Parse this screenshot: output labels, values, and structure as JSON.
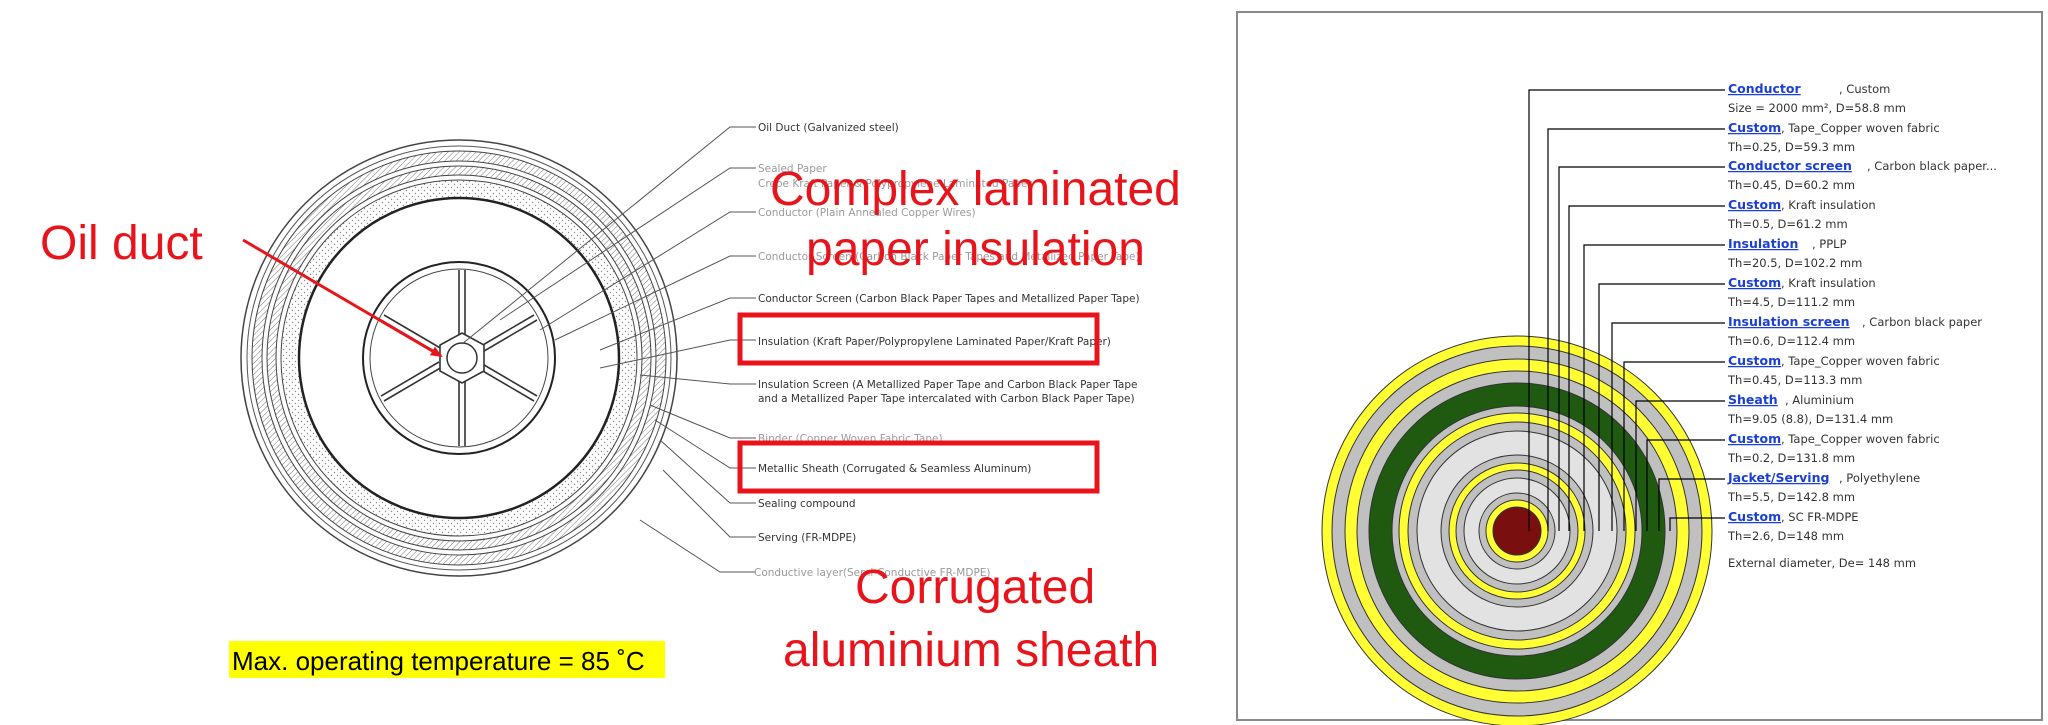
{
  "left_figure": {
    "labels": [
      "Oil Duct (Galvanized steel)",
      "Sealed Paper",
      "Crepe Kraft Paper & Polypropylene Laminated Paper",
      "Conductor (Plain Annealed Copper Wires)",
      "Conductor Screen (Carbon Black Paper Tapes and Metallized Paper Tape)",
      "Conductor Screen (Carbon Black Paper Tapes and Metallized Paper Tape)",
      "Insulation (Kraft Paper/Polypropylene Laminated Paper/Kraft Paper)",
      "Insulation Screen (A Metallized Paper Tape and Carbon Black Paper Tape",
      "and a Metallized Paper Tape intercalated with Carbon Black Paper Tape)",
      "Binder (Copper Woven Fabric Tape)",
      "Metallic Sheath (Corrugated & Seamless Aluminum)",
      "Sealing compound",
      "Serving (FR-MDPE)",
      "Conductive layer(Semi-Conductive FR-MDPE)"
    ],
    "annotations": {
      "oil_duct": "Oil duct",
      "insulation_line1": "Complex laminated",
      "insulation_line2": "paper insulation",
      "sheath_line1": "Corrugated",
      "sheath_line2": "aluminium sheath",
      "temperature": "Max. operating temperature = 85 ˚C"
    },
    "colors": {
      "highlight_red": "#e8141c",
      "temperature_highlight": "#ffff00"
    }
  },
  "right_panel": {
    "layers": [
      {
        "name": "Conductor",
        "desc": ", Custom",
        "detail": "Size = 2000 mm², D=58.8 mm"
      },
      {
        "name": "Custom",
        "desc": ", Tape_Copper woven fabric",
        "detail": "Th=0.25, D=59.3 mm"
      },
      {
        "name": "Conductor screen",
        "desc": ", Carbon black paper...",
        "detail": "Th=0.45, D=60.2 mm"
      },
      {
        "name": "Custom",
        "desc": ", Kraft insulation",
        "detail": "Th=0.5, D=61.2 mm"
      },
      {
        "name": "Insulation",
        "desc": ", PPLP",
        "detail": "Th=20.5, D=102.2 mm"
      },
      {
        "name": "Custom",
        "desc": ", Kraft insulation",
        "detail": "Th=4.5, D=111.2 mm"
      },
      {
        "name": "Insulation screen",
        "desc": ", Carbon black paper",
        "detail": "Th=0.6, D=112.4 mm"
      },
      {
        "name": "Custom",
        "desc": ", Tape_Copper woven fabric",
        "detail": "Th=0.45, D=113.3 mm"
      },
      {
        "name": "Sheath",
        "desc": ", Aluminium",
        "detail": "Th=9.05 (8.8), D=131.4 mm"
      },
      {
        "name": "Custom",
        "desc": ", Tape_Copper woven fabric",
        "detail": "Th=0.2, D=131.8 mm"
      },
      {
        "name": "Jacket/Serving",
        "desc": ", Polyethylene",
        "detail": "Th=5.5, D=142.8 mm"
      },
      {
        "name": "Custom",
        "desc": ", SC FR-MDPE",
        "detail": "Th=2.6, D=148 mm"
      }
    ],
    "external_diameter": "External diameter, De= 148 mm",
    "colors": {
      "conductor": "#7a0f0f",
      "yellow": "#ffff33",
      "grey": "#c0c0c0",
      "light_grey": "#e2e2e2",
      "green": "#1f5a10",
      "link": "#1a3fd4"
    }
  }
}
